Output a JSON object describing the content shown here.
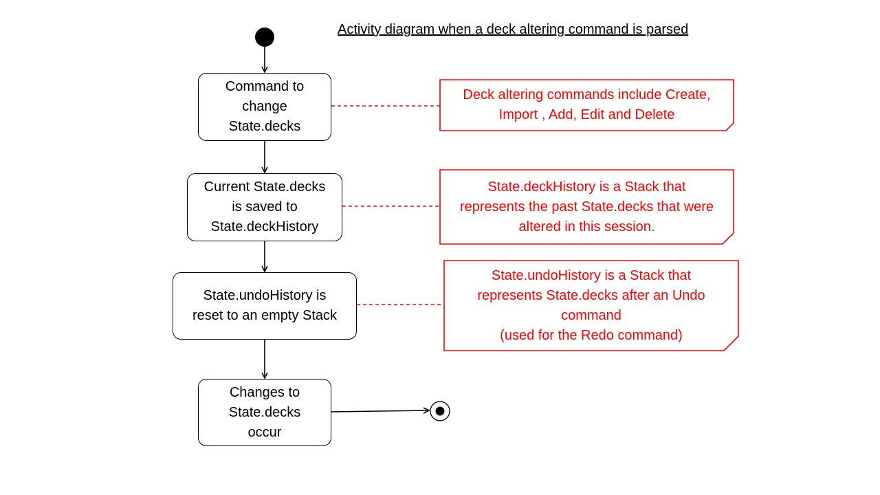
{
  "diagram": {
    "title": "Activity diagram when a deck altering command is parsed",
    "actions": [
      {
        "id": "a1",
        "text": "Command to\nchange\nState.decks"
      },
      {
        "id": "a2",
        "text": "Current State.decks\nis saved to\nState.deckHistory"
      },
      {
        "id": "a3",
        "text": "State.undoHistory is\nreset to an empty Stack"
      },
      {
        "id": "a4",
        "text": "Changes to\nState.decks\noccur"
      }
    ],
    "notes": [
      {
        "id": "n1",
        "attached_to": "a1",
        "text": "Deck altering commands include Create,\nImport , Add, Edit and Delete"
      },
      {
        "id": "n2",
        "attached_to": "a2",
        "text": "State.deckHistory is a Stack that\nrepresents the past State.decks that were\naltered in this session."
      },
      {
        "id": "n3",
        "attached_to": "a3",
        "text": "State.undoHistory is a Stack that\nrepresents State.decks after an Undo\ncommand\n(used for the Redo command)"
      }
    ],
    "colors": {
      "node_stroke": "#000000",
      "note_stroke": "#ff0000",
      "note_text": "#ff0000"
    }
  }
}
